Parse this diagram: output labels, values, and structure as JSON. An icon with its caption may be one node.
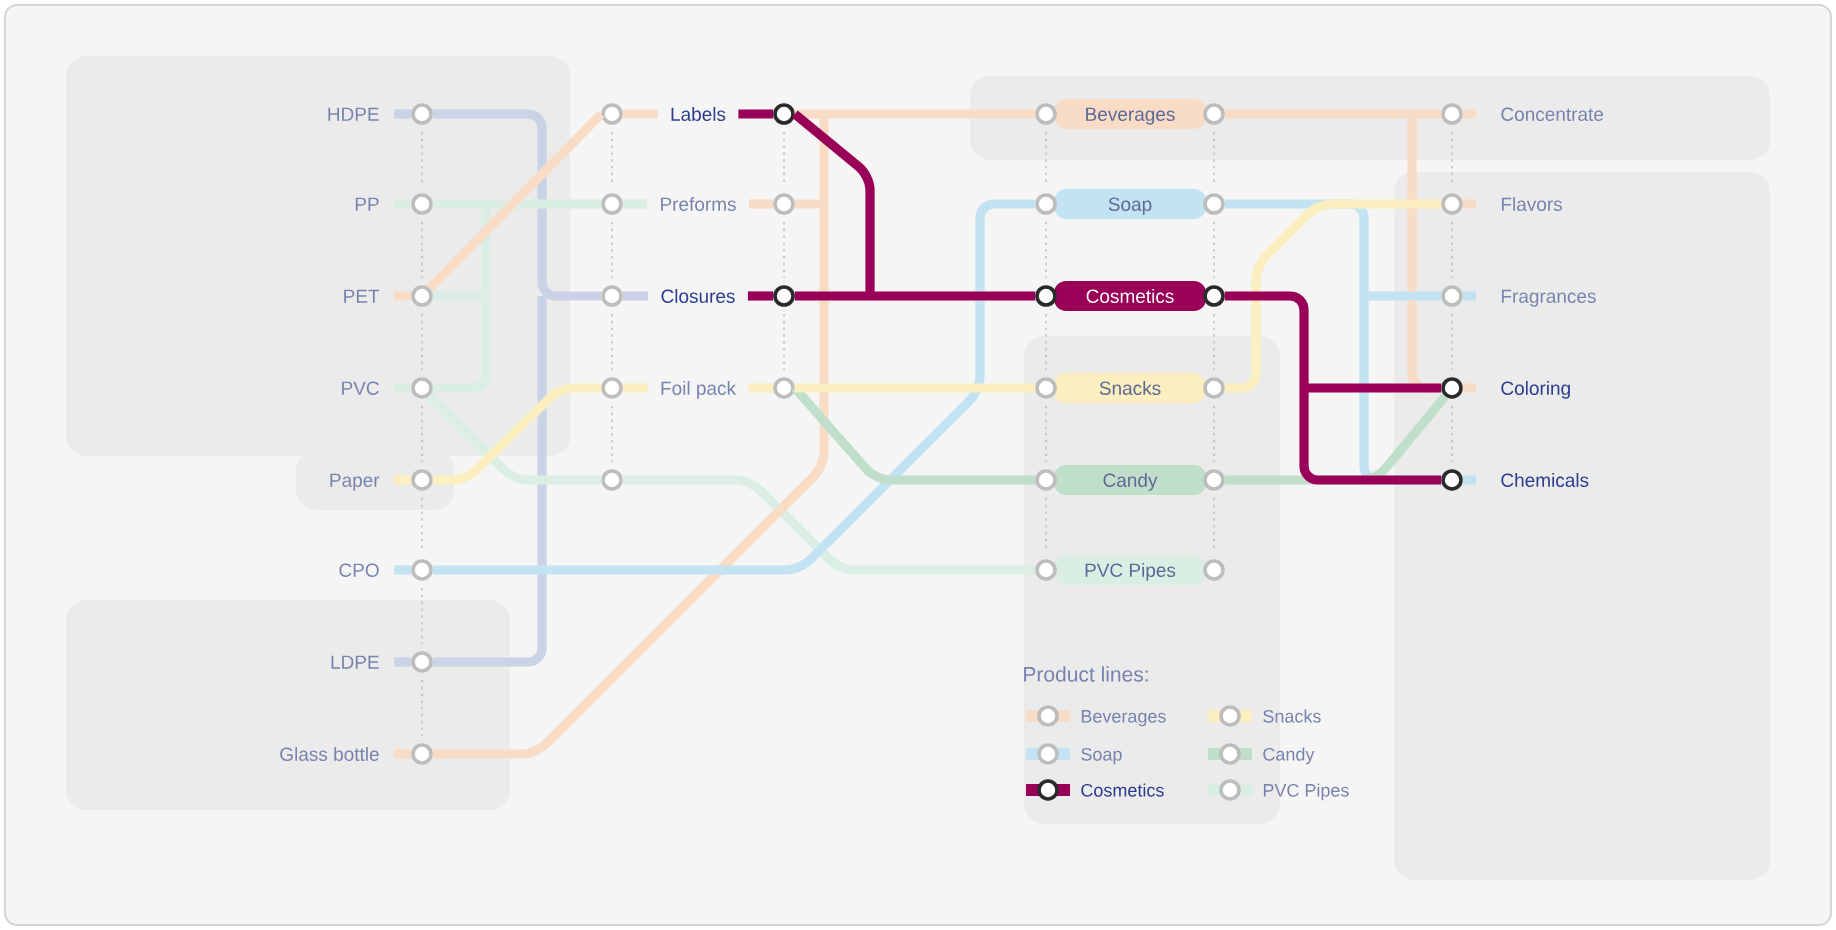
{
  "diagram": {
    "nodes": [
      {
        "text": [
          "HDPE"
        ]
      },
      {
        "text": [
          "PP"
        ]
      },
      {
        "text": [
          "PET"
        ]
      },
      {
        "text": [
          "PVC"
        ]
      },
      {
        "text": [
          "Paper"
        ]
      },
      {
        "text": [
          "CPO"
        ]
      },
      {
        "text": [
          "LDPE"
        ]
      },
      {
        "text": [
          "Glass bottle"
        ]
      },
      {
        "text": [
          "Labels"
        ]
      },
      {
        "text": [
          "Preforms"
        ]
      },
      {
        "text": [
          "Closures"
        ]
      },
      {
        "text": [
          "Foil pack"
        ]
      },
      {
        "text": [],
        "shape": "circle"
      },
      {
        "text": [
          "Beverages"
        ]
      },
      {
        "text": [
          "Soap"
        ]
      },
      {
        "text": [
          "Cosmetics"
        ]
      },
      {
        "text": [
          "Snacks"
        ]
      },
      {
        "text": [
          "Candy"
        ]
      },
      {
        "text": [
          "PVC Pipes"
        ]
      },
      {
        "text": [
          "Concentrate"
        ]
      },
      {
        "text": [
          "Flavors"
        ]
      },
      {
        "text": [
          "Fragrances"
        ]
      },
      {
        "text": [
          "Coloring"
        ]
      },
      {
        "text": [
          "Chemicals"
        ]
      }
    ],
    "edges": [
      {
        "from": 0,
        "to": 10,
        "arrow": "none",
        "color": "#cad2e6"
      },
      {
        "from": 6,
        "to": 10,
        "arrow": "none",
        "color": "#cad2e6"
      },
      {
        "from": 1,
        "to": 9,
        "arrow": "none",
        "color": "#daeee4"
      },
      {
        "from": 2,
        "to": 9,
        "arrow": "none",
        "color": "#daeee4"
      },
      {
        "from": 3,
        "to": 9,
        "arrow": "none",
        "color": "#daeee4"
      },
      {
        "from": 3,
        "to": 12,
        "arrow": "none",
        "color": "#daeee4"
      },
      {
        "from": 12,
        "to": 18,
        "arrow": "none",
        "color": "#daeee4"
      },
      {
        "from": 2,
        "to": 8,
        "arrow": "none"
      },
      {
        "from": 8,
        "to": 13,
        "arrow": "none"
      },
      {
        "from": 9,
        "to": 13,
        "arrow": "none"
      },
      {
        "from": 7,
        "to": 13,
        "arrow": "none"
      },
      {
        "from": 13,
        "to": 19,
        "arrow": "none"
      },
      {
        "from": 13,
        "to": 20,
        "arrow": "none"
      },
      {
        "from": 13,
        "to": 22,
        "arrow": "none"
      },
      {
        "from": 5,
        "to": 14,
        "arrow": "none",
        "color": "#c4e3f2"
      },
      {
        "from": 14,
        "to": 21,
        "arrow": "none",
        "color": "#c4e3f2"
      },
      {
        "from": 14,
        "to": 23,
        "arrow": "none",
        "color": "#c4e3f2"
      },
      {
        "from": 11,
        "to": 17,
        "arrow": "none",
        "color": "#bfdfca"
      },
      {
        "from": 17,
        "to": 22,
        "arrow": "none",
        "color": "#bfdfca"
      },
      {
        "from": 4,
        "to": 11,
        "arrow": "none",
        "color": "#fbeebf"
      },
      {
        "from": 11,
        "to": 16,
        "arrow": "none",
        "color": "#fbeebf"
      },
      {
        "from": 16,
        "to": 20,
        "arrow": "none",
        "color": "#fbeebf"
      },
      {
        "from": 8,
        "to": 15,
        "arrow": "none",
        "color": "#990057"
      },
      {
        "from": 10,
        "to": 15,
        "arrow": "none",
        "color": "#990057"
      },
      {
        "from": 15,
        "to": 22,
        "arrow": "none",
        "color": "#990057"
      },
      {
        "from": 15,
        "to": 23,
        "arrow": "none",
        "color": "#990057"
      }
    ],
    "labels": [
      "Product lines:"
    ],
    "legend": [
      {
        "text": "Beverages",
        "color": "#f8dcc6"
      },
      {
        "text": "Snacks",
        "color": "#fbeebf"
      },
      {
        "text": "Soap",
        "color": "#c4e3f2"
      },
      {
        "text": "Candy",
        "color": "#bfdfca"
      },
      {
        "text": "Cosmetics",
        "color": "#990057"
      },
      {
        "text": "PVC Pipes",
        "color": "#daeee4"
      }
    ]
  }
}
